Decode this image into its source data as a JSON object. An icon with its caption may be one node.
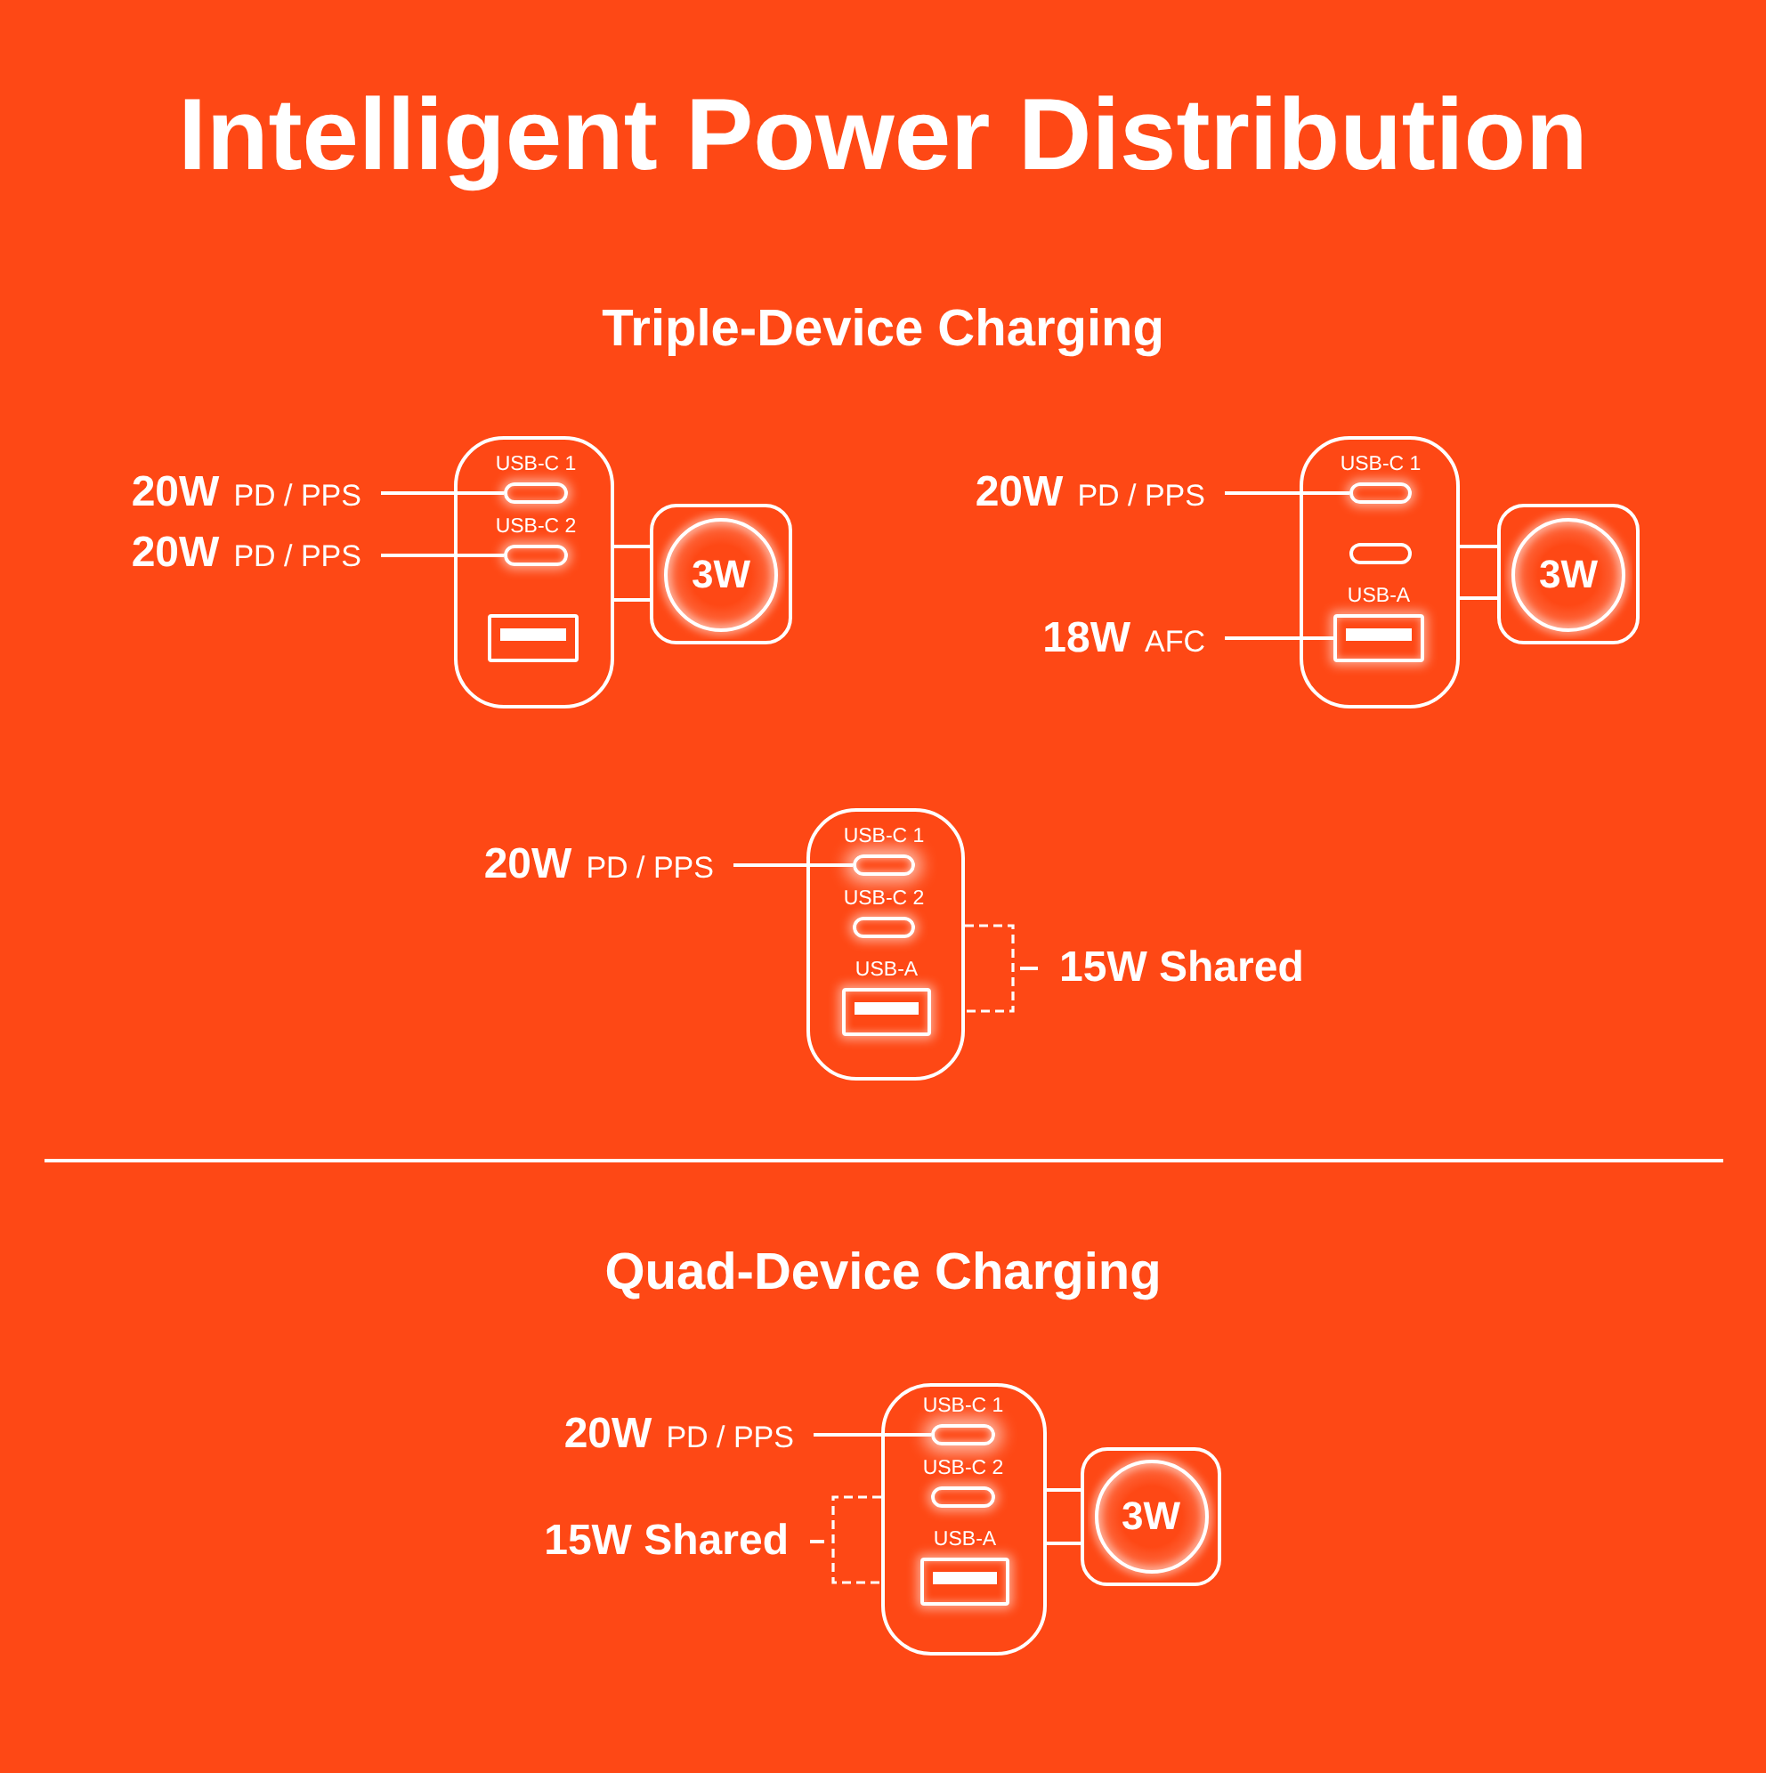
{
  "diagram": {
    "title": "Intelligent Power Distribution",
    "nodes": [
      {
        "text": [
          "20W",
          "PD / PPS"
        ]
      },
      {
        "text": [
          "20W",
          "PD / PPS"
        ]
      },
      {
        "text": [],
        "shape": "box"
      },
      {
        "text": [],
        "shape": "pill",
        "beside": [
          "USB-C 1"
        ],
        "in": 2
      },
      {
        "text": [],
        "shape": "pill",
        "beside": [
          "USB-C 2"
        ],
        "in": 2
      },
      {
        "text": [],
        "shape": "box",
        "in": 2
      },
      {
        "text": [
          "3W"
        ]
      },
      {
        "text": [
          "20W",
          "PD / PPS"
        ]
      },
      {
        "text": [
          "18W",
          "AFC"
        ]
      },
      {
        "text": [],
        "shape": "box"
      },
      {
        "text": [],
        "shape": "pill",
        "beside": [
          "USB-C 1"
        ],
        "in": 9
      },
      {
        "text": [],
        "shape": "pill",
        "in": 9
      },
      {
        "text": [],
        "shape": "box",
        "beside": [
          "USB-A"
        ],
        "in": 9
      },
      {
        "text": [
          "3W"
        ]
      },
      {
        "text": [
          "20W",
          "PD / PPS"
        ]
      },
      {
        "text": [],
        "shape": "box"
      },
      {
        "text": [],
        "shape": "pill",
        "beside": [
          "USB-C 1"
        ],
        "in": 15
      },
      {
        "text": [],
        "shape": "pill",
        "beside": [
          "USB-C 2"
        ],
        "in": 15
      },
      {
        "text": [],
        "shape": "box",
        "beside": [
          "USB-A"
        ],
        "in": 15
      },
      {
        "text": [
          "20W",
          "PD / PPS"
        ]
      },
      {
        "text": [],
        "shape": "box"
      },
      {
        "text": [],
        "shape": "pill",
        "beside": [
          "USB-C 1"
        ],
        "in": 20
      },
      {
        "text": [],
        "shape": "pill",
        "beside": [
          "USB-C 2"
        ],
        "in": 20
      },
      {
        "text": [],
        "shape": "box",
        "beside": [
          "USB-A"
        ],
        "in": 20
      },
      {
        "text": [
          "3W"
        ]
      }
    ],
    "edges": [
      {
        "from": 0,
        "to": 3,
        "arrow": "none"
      },
      {
        "from": 1,
        "to": 4,
        "arrow": "none"
      },
      {
        "from": 2,
        "to": 6,
        "arrow": "none"
      },
      {
        "from": 2,
        "to": 6,
        "arrow": "none"
      },
      {
        "from": 7,
        "to": 10,
        "arrow": "none"
      },
      {
        "from": 8,
        "to": 12,
        "arrow": "none"
      },
      {
        "from": 9,
        "to": 13,
        "arrow": "none"
      },
      {
        "from": 9,
        "to": 13,
        "arrow": "none"
      },
      {
        "from": 14,
        "to": 16,
        "arrow": "none"
      },
      {
        "from": 19,
        "to": 21,
        "arrow": "none"
      },
      {
        "from": 20,
        "to": 24,
        "arrow": "none"
      },
      {
        "from": 20,
        "to": 24,
        "arrow": "none"
      }
    ],
    "labels": [
      "Triple-Device Charging",
      "15W Shared",
      "Quad-Device Charging",
      "15W Shared"
    ]
  }
}
